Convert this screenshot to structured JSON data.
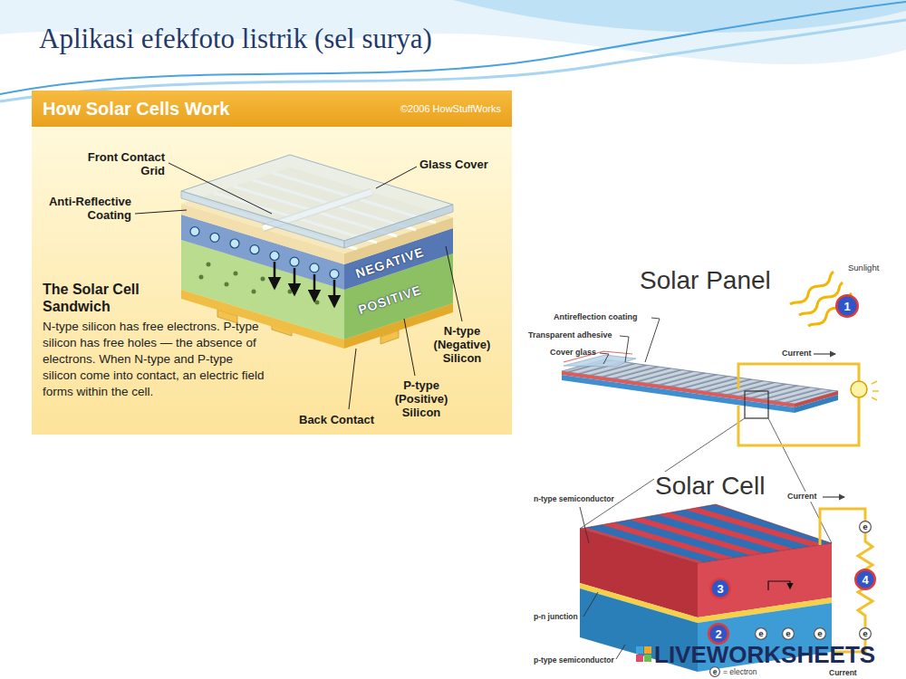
{
  "diagram": {
    "title": "Aplikasi efekfoto listrik (sel surya)",
    "nodes": [
      {
        "text": [
          "How Solar Cells Work",
          "©2006 HowStuffWorks"
        ]
      },
      {
        "text": [
          "NEGATIVE"
        ]
      },
      {
        "text": [
          "POSITIVE"
        ]
      },
      {
        "text": [
          "1"
        ]
      },
      {
        "text": [
          "3"
        ]
      },
      {
        "text": [
          "2"
        ]
      },
      {
        "text": [
          "e"
        ]
      },
      {
        "text": [
          "e"
        ]
      },
      {
        "text": [
          "e"
        ]
      },
      {
        "text": [
          "4"
        ]
      },
      {
        "text": [
          "e"
        ]
      },
      {
        "text": [
          "e"
        ]
      },
      {
        "text": [
          "e"
        ]
      }
    ],
    "labels": [
      "Front Contact Grid",
      "Glass Cover",
      "Anti-Reflective Coating",
      "The Solar Cell Sandwich",
      "N-type silicon has free electrons. P-type silicon has free holes — the absence of electrons. When N-type and P-type silicon come into contact, an electric field forms within the cell.",
      "N-type (Negative) Silicon",
      "P-type (Positive) Silicon",
      "Back Contact",
      "Solar Panel",
      "Sunlight",
      "Antireflection coating",
      "Transparent adhesive",
      "Cover glass",
      "Current",
      "Solar Cell",
      "Current",
      "n-type semiconductor",
      "p-n junction",
      "p-type semiconductor",
      "= electron",
      "Current",
      "LIVEWORKSHEETS"
    ]
  }
}
